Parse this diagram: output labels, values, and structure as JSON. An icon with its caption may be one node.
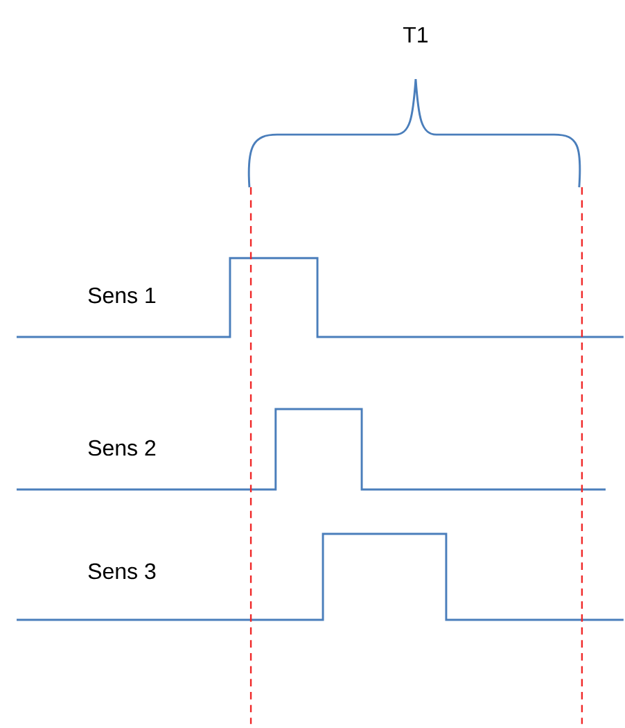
{
  "diagram": {
    "labels": [
      "T1",
      "Sens 1",
      "Sens 2",
      "Sens 3"
    ]
  }
}
